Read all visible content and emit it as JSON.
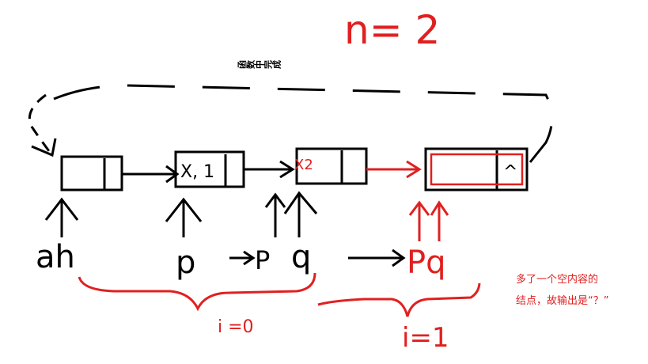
{
  "title_n": "n= 2",
  "top_label": "函数中完成",
  "nodes": [
    {
      "id": "ah-node",
      "data": "",
      "next": ""
    },
    {
      "id": "node-1",
      "data": "X, 1",
      "next": ""
    },
    {
      "id": "node-2",
      "data": "X2",
      "next": ""
    },
    {
      "id": "node-3",
      "data": "",
      "next": "^"
    }
  ],
  "pointers": {
    "ah": "ah",
    "p1": "p",
    "p2": "P",
    "q1": "q",
    "pq": "Pq"
  },
  "iterations": [
    "i =0",
    "i=1"
  ],
  "note_line1": "多了一个空内容的",
  "note_line2": "结点，故输出是“？”",
  "colors": {
    "ink": "#000000",
    "red": "#e02020"
  }
}
